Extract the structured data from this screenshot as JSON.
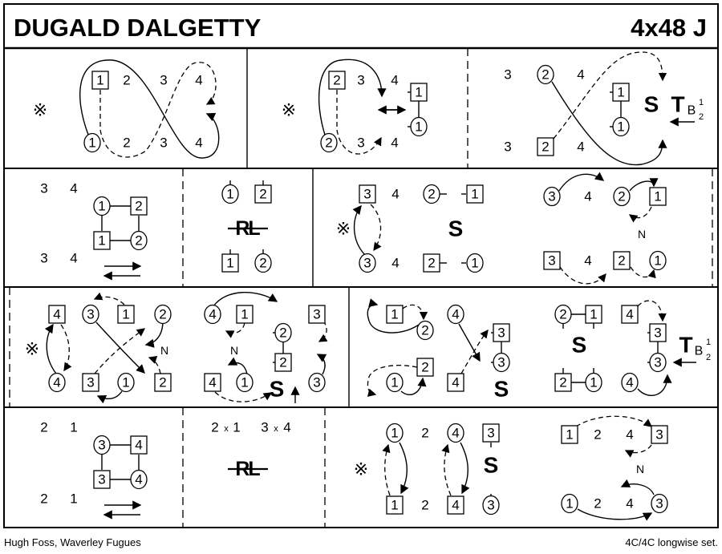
{
  "header": {
    "title": "DUGALD DALGETTY",
    "code": "4x48 J"
  },
  "footer": {
    "left": "Hugh Foss, Waverley Fugues",
    "right": "4C/4C longwise set."
  },
  "panels": [
    {
      "tokens": [
        "※",
        "1",
        "2",
        "3",
        "4",
        "1",
        "2",
        "3",
        "4"
      ]
    },
    {
      "tokens": [
        "※",
        "2",
        "3",
        "4",
        "2",
        "3",
        "4",
        "1",
        "1"
      ]
    },
    {
      "tokens": [
        "3",
        "2",
        "4",
        "3",
        "2",
        "4",
        "1",
        "1",
        "S",
        "T",
        "B",
        "1",
        "2"
      ]
    },
    {
      "tokens": [
        "3",
        "4",
        "1",
        "2",
        "1",
        "2",
        "3",
        "4"
      ]
    },
    {
      "tokens": [
        "1",
        "2",
        "RL",
        "1",
        "2"
      ]
    },
    {
      "tokens": [
        "3",
        "4",
        "2",
        "1",
        "※",
        "S",
        "3",
        "4",
        "2",
        "1"
      ]
    },
    {
      "tokens": [
        "3",
        "4",
        "2",
        "1",
        "N",
        "3",
        "4",
        "2",
        "1"
      ]
    },
    {
      "tokens": [
        "4",
        "3",
        "1",
        "2",
        "※",
        "N",
        "4",
        "3",
        "1",
        "2"
      ]
    },
    {
      "tokens": [
        "4",
        "1",
        "3",
        "2",
        "2",
        "N",
        "4",
        "1",
        "S",
        "3"
      ]
    },
    {
      "tokens": [
        "1",
        "2",
        "4",
        "3",
        "3",
        "2",
        "1",
        "4",
        "S",
        "2",
        "1",
        "S",
        "2",
        "1",
        "4",
        "3",
        "3",
        "T",
        "B",
        "1",
        "2",
        "4"
      ]
    },
    {
      "tokens": [
        "2",
        "1",
        "3",
        "4",
        "3",
        "4",
        "2",
        "1"
      ]
    },
    {
      "tokens": [
        "2",
        "x",
        "1",
        "3",
        "x",
        "4",
        "RL"
      ]
    },
    {
      "tokens": [
        "※",
        "1",
        "2",
        "4",
        "3",
        "S",
        "1",
        "2",
        "4",
        "3"
      ]
    },
    {
      "tokens": [
        "1",
        "2",
        "4",
        "3",
        "N",
        "1",
        "2",
        "4",
        "3"
      ]
    }
  ]
}
